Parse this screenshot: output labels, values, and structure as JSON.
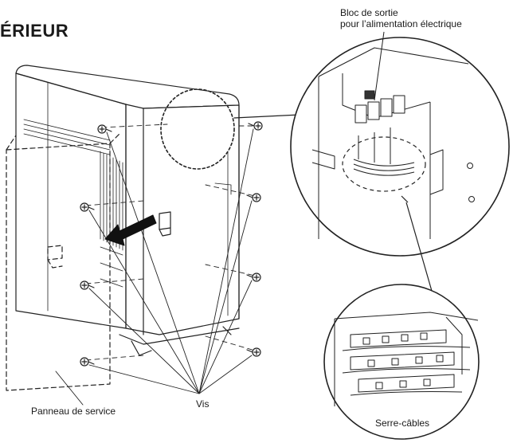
{
  "title": "ÉRIEUR",
  "labels": {
    "terminal_block_line1": "Bloc de sortie",
    "terminal_block_line2": "pour l’alimentation électrique",
    "service_panel": "Panneau de service",
    "screws": "Vis",
    "cable_clamp": "Serre-câbles"
  }
}
